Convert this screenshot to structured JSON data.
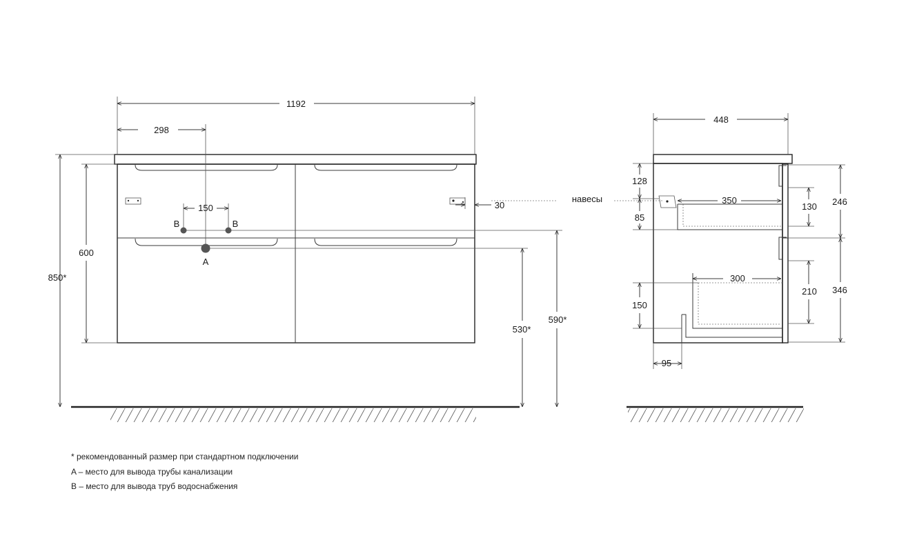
{
  "front_view": {
    "width_total": "1192",
    "pipe_offset": "298",
    "water_spacing": "150",
    "label_b1": "B",
    "label_b2": "B",
    "label_a": "A",
    "height_total": "850*",
    "height_body": "600",
    "hinge_offset": "30",
    "pipe_height": "530*",
    "water_height": "590*"
  },
  "hinges_label": "навесы",
  "side_view": {
    "depth_total": "448",
    "upper_offset": "128",
    "upper_inner_depth": "350",
    "upper_gap": "85",
    "upper_drawer_height": "130",
    "upper_front_height": "246",
    "lower_inner_depth": "300",
    "lower_drawer_height": "210",
    "lower_front_height": "346",
    "lower_offset": "150",
    "back_offset": "95"
  },
  "notes": {
    "n1": "* рекомендованный размер при стандартном подключении",
    "n2": "A – место для вывода трубы канализации",
    "n3": "B – место для вывода труб водоснабжения"
  }
}
